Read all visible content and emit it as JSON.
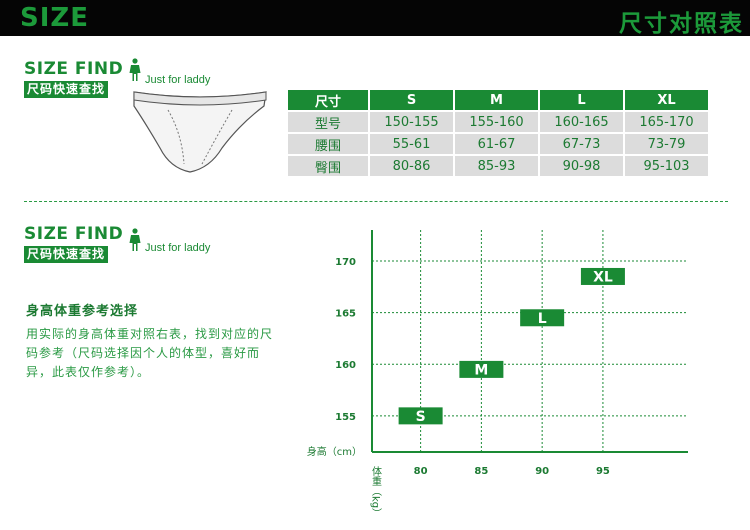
{
  "banner": {
    "left_text": "SIZE",
    "right_text": "尺寸对照表"
  },
  "size_find": {
    "title": "SIZE FIND",
    "subtitle": "尺码快速查找",
    "audience": "Just for laddy"
  },
  "size_table": {
    "header": [
      "尺寸",
      "S",
      "M",
      "L",
      "XL"
    ],
    "rows": [
      [
        "型号",
        "150-155",
        "155-160",
        "160-165",
        "165-170"
      ],
      [
        "腰围",
        "55-61",
        "61-67",
        "67-73",
        "73-79"
      ],
      [
        "臀围",
        "80-86",
        "85-93",
        "90-98",
        "95-103"
      ]
    ]
  },
  "guide": {
    "title": "身高体重参考选择",
    "body": "用实际的身高体重对照右表，找到对应的尺码参考（尺码选择因个人的体型，喜好而异，此表仅作参考）。"
  },
  "colors": {
    "brand_green": "#1a8a34",
    "banner_bg": "#050505",
    "table_cell_bg": "#dcdcdc"
  },
  "chart_data": {
    "type": "scatter",
    "ylabel": "身高（cm）",
    "xlabel": "体重（kg）",
    "x_ticks": [
      80,
      85,
      90,
      95
    ],
    "y_ticks": [
      155,
      160,
      165,
      170
    ],
    "xlim": [
      76,
      102
    ],
    "ylim": [
      151.5,
      173
    ],
    "grid": true,
    "points": [
      {
        "label": "S",
        "x": 80,
        "y": 155
      },
      {
        "label": "M",
        "x": 85,
        "y": 159.5
      },
      {
        "label": "L",
        "x": 90,
        "y": 164.5
      },
      {
        "label": "XL",
        "x": 95,
        "y": 168.5
      }
    ]
  }
}
